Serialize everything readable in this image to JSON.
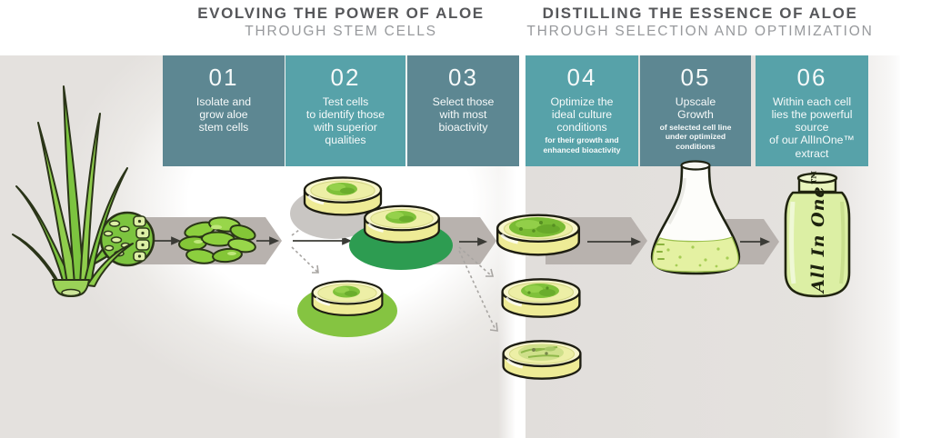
{
  "header": {
    "left": {
      "title": "EVOLVING THE POWER OF ALOE",
      "subtitle": "THROUGH STEM CELLS"
    },
    "right": {
      "title": "DISTILLING THE ESSENCE OF ALOE",
      "subtitle": "THROUGH SELECTION AND OPTIMIZATION"
    }
  },
  "steps": [
    {
      "number": "01",
      "text": "Isolate and\ngrow aloe\nstem cells",
      "note": ""
    },
    {
      "number": "02",
      "text": "Test cells\nto identify those\nwith superior\nqualities",
      "note": ""
    },
    {
      "number": "03",
      "text": "Select those\nwith most\nbioactivity",
      "note": ""
    },
    {
      "number": "04",
      "text": "Optimize the\nideal culture\nconditions",
      "note": "for their growth and\nenhanced bioactivity"
    },
    {
      "number": "05",
      "text": "Upscale\nGrowth",
      "note": "of selected cell line\nunder optimized\nconditions"
    },
    {
      "number": "06",
      "text": "Within each cell\nlies the powerful\nsource\nof our AllInOne™\nextract",
      "note": ""
    }
  ],
  "jar": {
    "label": "All In One™"
  },
  "colors": {
    "step_dark": "#5d8792",
    "step_light": "#57a2a9",
    "ribbon": "#b8b2ae",
    "ellipse_gray": "#c9c6c3",
    "ellipse_dark_green": "#2d9c51",
    "ellipse_light_green": "#85c441",
    "aloe_green": "#7cc43f",
    "dish_yellow": "#f7f5cc",
    "title_text": "#56575a",
    "subtitle_text": "#97999c"
  }
}
